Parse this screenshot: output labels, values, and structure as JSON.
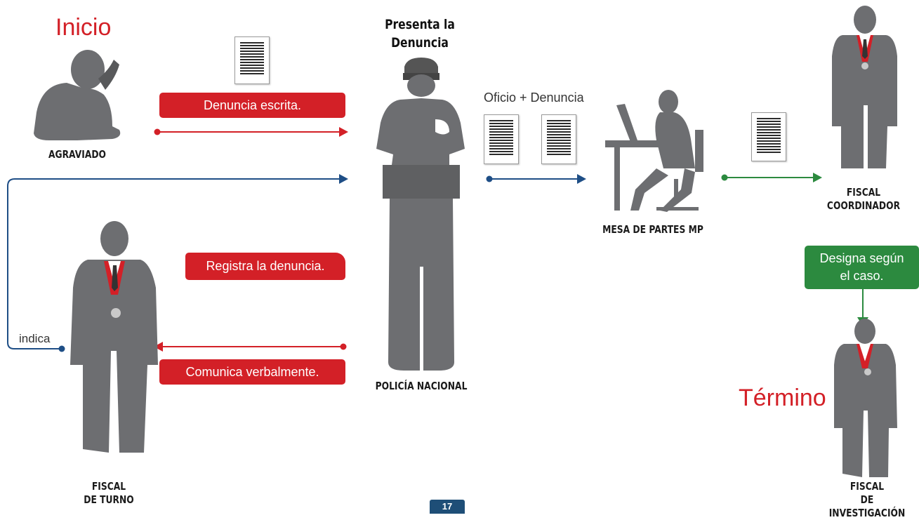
{
  "title_start": "Inicio",
  "title_end": "Término",
  "heading": "Presenta la\nDenuncia",
  "actors": {
    "agraviado": "AGRAVIADO",
    "policia": "POLICÍA NACIONAL",
    "mesa": "MESA DE PARTES MP",
    "fiscal_coordinador": "FISCAL\nCOORDINADOR",
    "fiscal_turno": "FISCAL\nDE TURNO",
    "fiscal_investigacion": "FISCAL\nDE INVESTIGACIÓN"
  },
  "steps": {
    "denuncia_escrita": "Denuncia escrita.",
    "oficio_denuncia": "Oficio + Denuncia",
    "registra": "Registra la denuncia.",
    "comunica": "Comunica verbalmente.",
    "indica": "indica",
    "designa": "Designa según\nel caso."
  },
  "page_number": "17",
  "colors": {
    "red": "#d32027",
    "blue": "#1e4e86",
    "green": "#2c8a3f",
    "figure": "#6d6e71"
  }
}
